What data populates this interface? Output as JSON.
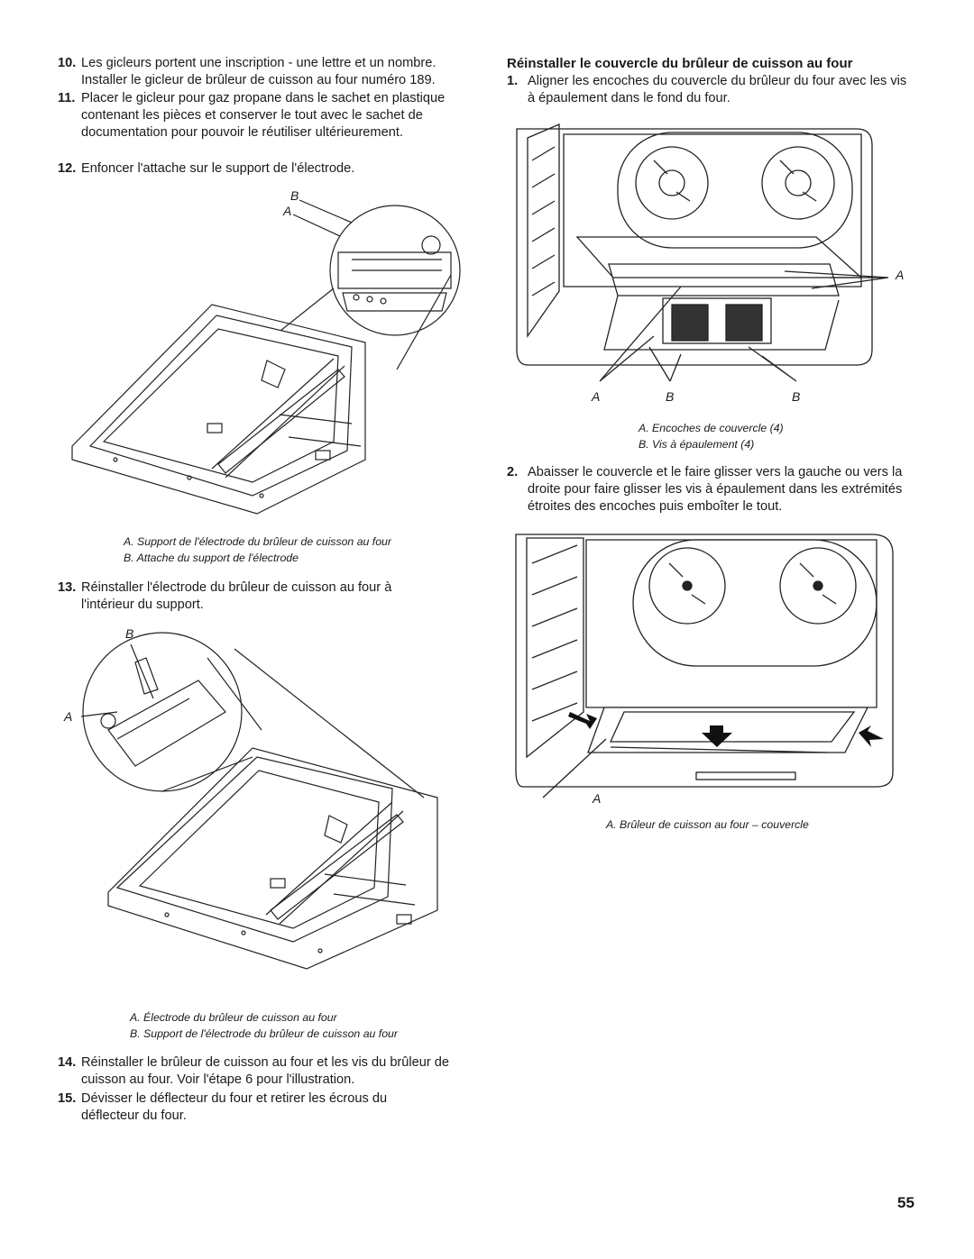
{
  "left": {
    "steps": [
      {
        "num": "10.",
        "text": "Les gicleurs portent une inscription - une lettre et un nombre. Installer le gicleur de brûleur de cuisson au four numéro 189."
      },
      {
        "num": "11.",
        "text": "Placer le gicleur pour gaz propane dans le sachet en plastique contenant les pièces et conserver le tout avec le sachet de documentation pour pouvoir le réutiliser ultérieurement."
      },
      {
        "num": "12.",
        "text": "Enfoncer l'attache sur le support de l'électrode."
      }
    ],
    "fig1": {
      "label_b": "B",
      "label_a": "A",
      "caption": [
        "A. Support de l'électrode du brûleur de cuisson au four",
        "B. Attache du support de l'électrode"
      ]
    },
    "step13": {
      "num": "13.",
      "text": "Réinstaller l'électrode du brûleur de cuisson au four à l'intérieur du support."
    },
    "fig2": {
      "label_b": "B",
      "label_a": "A",
      "caption": [
        "A. Électrode du brûleur de cuisson au four",
        "B. Support de l'électrode du brûleur de cuisson au four"
      ]
    },
    "steps_after": [
      {
        "num": "14.",
        "text": "Réinstaller le brûleur de cuisson au four et les vis du brûleur de cuisson au four. Voir l'étape 6 pour l'illustration."
      },
      {
        "num": "15.",
        "text": "Dévisser le déflecteur du four et retirer les écrous du déflecteur du four."
      }
    ]
  },
  "right": {
    "heading": "Réinstaller le couvercle du brûleur de cuisson au four",
    "step1": {
      "num": "1.",
      "text": "Aligner les encoches du couvercle du brûleur du four avec les vis à épaulement dans le fond du four."
    },
    "fig3": {
      "label_a_right": "A",
      "label_a_bottom": "A",
      "label_b1": "B",
      "label_b2": "B",
      "caption": [
        "A. Encoches de couvercle (4)",
        "B. Vis à épaulement (4)"
      ]
    },
    "step2": {
      "num": "2.",
      "text": "Abaisser le couvercle et le faire glisser vers la gauche ou vers la droite pour faire glisser les vis à épaulement dans les extrémités étroites des encoches puis emboîter le tout."
    },
    "fig4": {
      "label_a": "A",
      "caption": [
        "A. Brûleur de cuisson au four – couvercle"
      ]
    }
  },
  "page_number": "55"
}
